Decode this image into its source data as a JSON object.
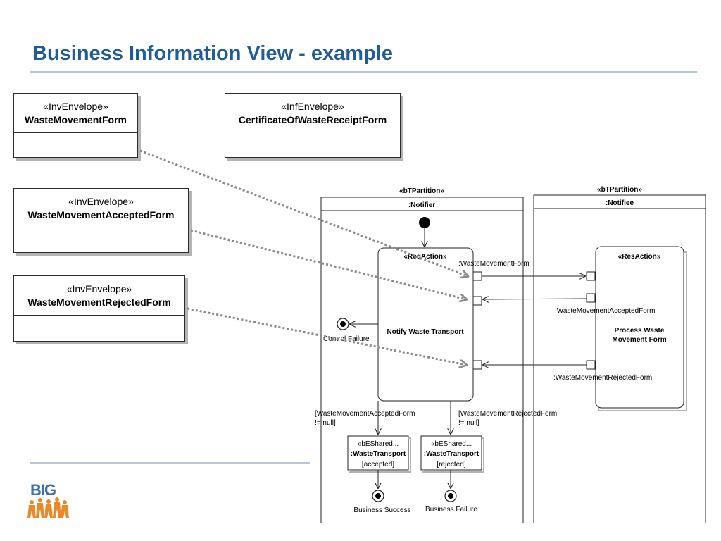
{
  "slide": {
    "title": "Business Information View - example"
  },
  "envelopes": [
    {
      "stereotype": "«InvEnvelope»",
      "name": "WasteMovementForm"
    },
    {
      "stereotype": "«InfEnvelope»",
      "name": "CertificateOfWasteReceiptForm"
    },
    {
      "stereotype": "«InvEnvelope»",
      "name": "WasteMovementAcceptedForm"
    },
    {
      "stereotype": "«InvEnvelope»",
      "name": "WasteMovementRejectedForm"
    }
  ],
  "partitions": {
    "notifier": {
      "stereotype": "«bTPartition»",
      "name": ":Notifier"
    },
    "notifiee": {
      "stereotype": "«bTPartition»",
      "name": ":Notifiee"
    }
  },
  "actions": {
    "req": {
      "stereotype": "«ReqAction»",
      "name": "Notify Waste Transport"
    },
    "res": {
      "stereotype": "«ResAction»",
      "name_line1": "Process Waste",
      "name_line2": "Movement Form"
    }
  },
  "pins": {
    "form": ":WasteMovementForm",
    "accepted": ":WasteMovementAcceptedForm",
    "rejected": ":WasteMovementRejectedForm"
  },
  "final_control_failure": "Control Failure",
  "guards": {
    "accepted_line1": "[WasteMovementAcceptedForm",
    "accepted_line2": "!= null]",
    "rejected_line1": "[WasteMovementRejectedForm",
    "rejected_line2": "!= null]"
  },
  "shared_states": [
    {
      "stereotype": "«bEShared...",
      "name": ":WasteTransport",
      "state": "[accepted]"
    },
    {
      "stereotype": "«bEShared...",
      "name": ":WasteTransport",
      "state": "[rejected]"
    }
  ],
  "finals": {
    "success": "Business Success",
    "failure": "Business Failure"
  },
  "logo": {
    "text": "BIG"
  }
}
